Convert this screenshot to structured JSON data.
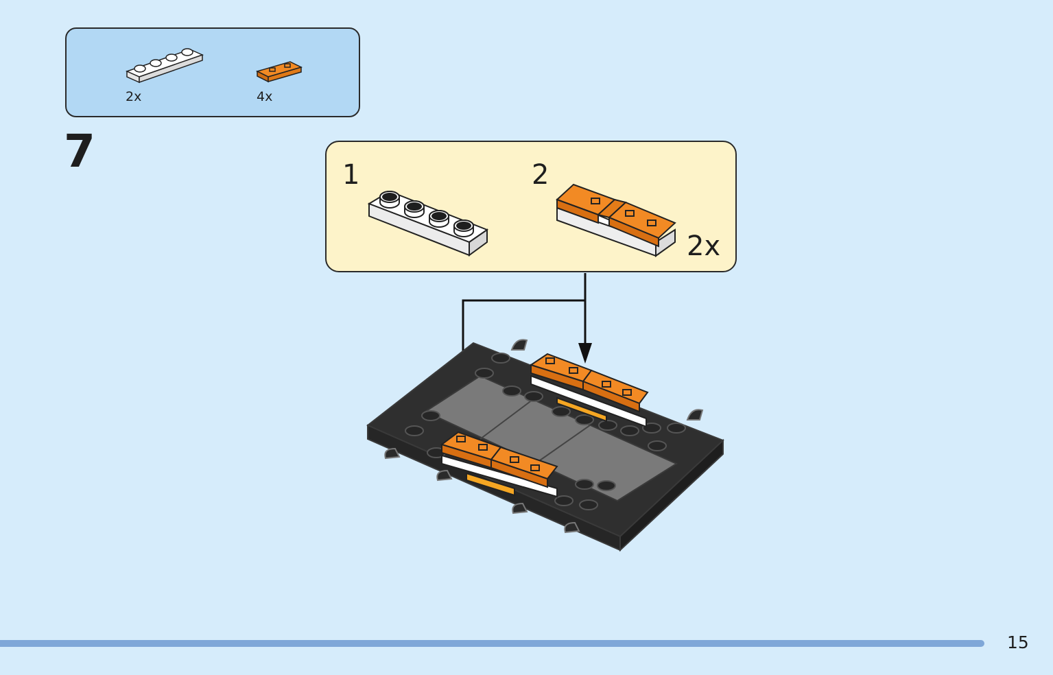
{
  "parts_list": {
    "items": [
      {
        "qty": "2x",
        "part_icon": "white-1x4-plate-icon",
        "color": "#ffffff"
      },
      {
        "qty": "4x",
        "part_icon": "orange-1x2-tile-icon",
        "color": "#f28a24"
      }
    ]
  },
  "step": {
    "number": "7"
  },
  "sub_assembly": {
    "steps": [
      {
        "label": "1",
        "part_icon": "white-plate-icon"
      },
      {
        "label": "2",
        "part_icon": "orange-tiles-icon"
      }
    ],
    "multiplier": "2x"
  },
  "colors": {
    "page_background": "#d6ecfb",
    "parts_box": "#b2d8f4",
    "sub_box": "#fdf3c9",
    "orange": "#f28a24",
    "dark_grey": "#2f2f2f",
    "footer_bar": "#7fa7d8"
  },
  "page": {
    "number": "15"
  }
}
